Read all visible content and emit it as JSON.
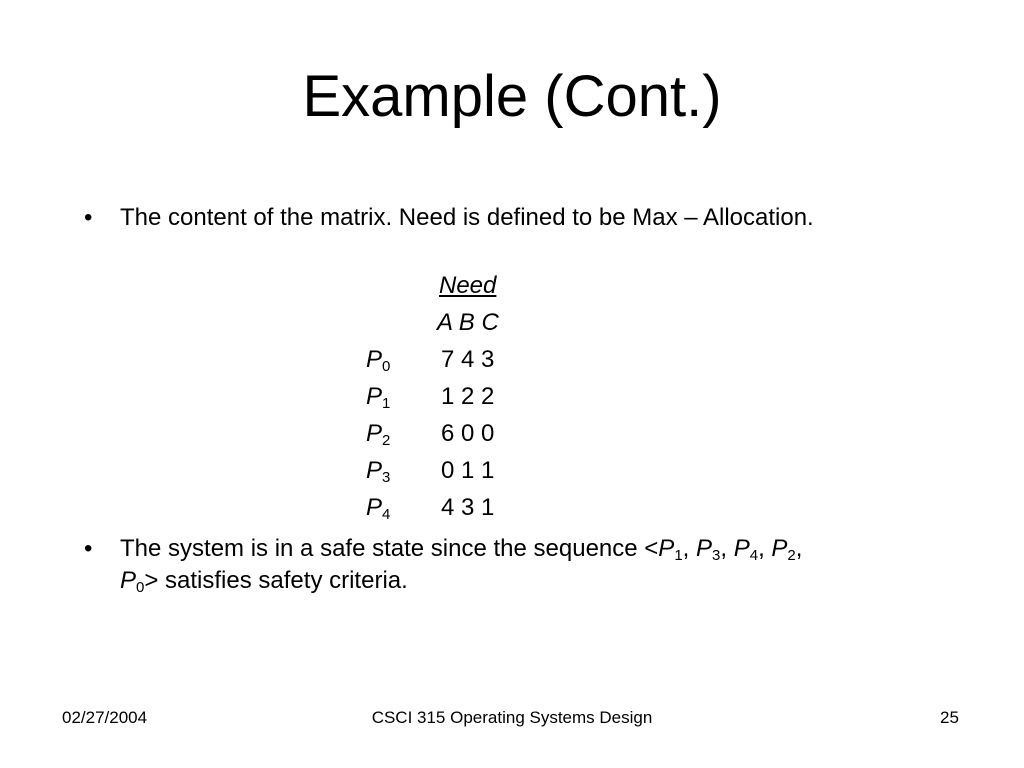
{
  "slide": {
    "title": "Example (Cont.)"
  },
  "bullets": {
    "first": {
      "marker": "•",
      "text": "The content of the matrix. Need is defined to be Max – Allocation."
    },
    "second": {
      "marker": "•",
      "prefix": "The system is in a safe state since the sequence <",
      "sequence": [
        {
          "name": "P",
          "sub": "1",
          "after": ", "
        },
        {
          "name": "P",
          "sub": "3",
          "after": ", "
        },
        {
          "name": "P",
          "sub": "4",
          "after": ", "
        },
        {
          "name": "P",
          "sub": "2",
          "after": ", "
        },
        {
          "name": "P",
          "sub": "0",
          "after": ""
        }
      ],
      "suffix": "> satisfies safety criteria."
    }
  },
  "matrix": {
    "label": "Need",
    "columns": "A B C",
    "rows": [
      {
        "name": "P",
        "sub": "0",
        "values": "7 4 3"
      },
      {
        "name": "P",
        "sub": "1",
        "values": "1 2 2"
      },
      {
        "name": "P",
        "sub": "2",
        "values": "6 0 0"
      },
      {
        "name": "P",
        "sub": "3",
        "values": "0 1 1"
      },
      {
        "name": "P",
        "sub": "4",
        "values": "4 3 1"
      }
    ]
  },
  "footer": {
    "date": "02/27/2004",
    "course": "CSCI 315 Operating Systems Design",
    "page": "25"
  }
}
